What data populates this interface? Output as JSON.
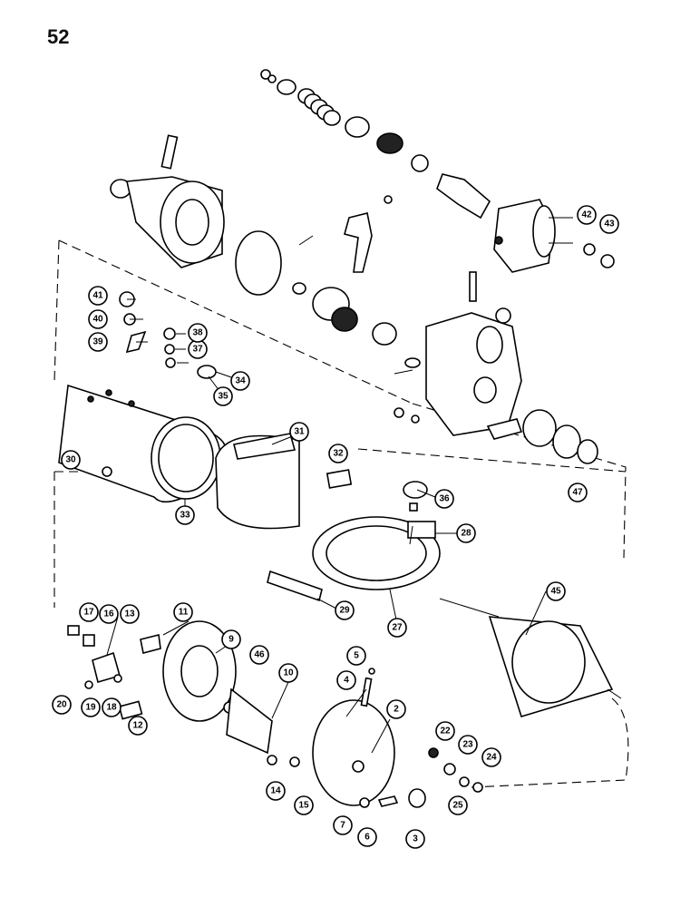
{
  "page_number": "52",
  "callouts": [
    {
      "id": "c2",
      "label": "2"
    },
    {
      "id": "c3",
      "label": "3"
    },
    {
      "id": "c4",
      "label": "4"
    },
    {
      "id": "c5",
      "label": "5"
    },
    {
      "id": "c6",
      "label": "6"
    },
    {
      "id": "c7",
      "label": "7"
    },
    {
      "id": "c9",
      "label": "9"
    },
    {
      "id": "c10",
      "label": "10"
    },
    {
      "id": "c11",
      "label": "11"
    },
    {
      "id": "c12",
      "label": "12"
    },
    {
      "id": "c13",
      "label": "13"
    },
    {
      "id": "c14",
      "label": "14"
    },
    {
      "id": "c15",
      "label": "15"
    },
    {
      "id": "c16",
      "label": "16"
    },
    {
      "id": "c17",
      "label": "17"
    },
    {
      "id": "c18",
      "label": "18"
    },
    {
      "id": "c19",
      "label": "19"
    },
    {
      "id": "c20",
      "label": "20"
    },
    {
      "id": "c22",
      "label": "22"
    },
    {
      "id": "c23",
      "label": "23"
    },
    {
      "id": "c24",
      "label": "24"
    },
    {
      "id": "c25",
      "label": "25"
    },
    {
      "id": "c27",
      "label": "27"
    },
    {
      "id": "c28",
      "label": "28"
    },
    {
      "id": "c29",
      "label": "29"
    },
    {
      "id": "c30",
      "label": "30"
    },
    {
      "id": "c31",
      "label": "31"
    },
    {
      "id": "c32",
      "label": "32"
    },
    {
      "id": "c33",
      "label": "33"
    },
    {
      "id": "c34",
      "label": "34"
    },
    {
      "id": "c35",
      "label": "35"
    },
    {
      "id": "c36",
      "label": "36"
    },
    {
      "id": "c37",
      "label": "37"
    },
    {
      "id": "c38",
      "label": "38"
    },
    {
      "id": "c39",
      "label": "39"
    },
    {
      "id": "c40",
      "label": "40"
    },
    {
      "id": "c41",
      "label": "41"
    },
    {
      "id": "c42",
      "label": "42"
    },
    {
      "id": "c43",
      "label": "43"
    },
    {
      "id": "c45",
      "label": "45"
    },
    {
      "id": "c46",
      "label": "46"
    },
    {
      "id": "c47",
      "label": "47"
    }
  ]
}
